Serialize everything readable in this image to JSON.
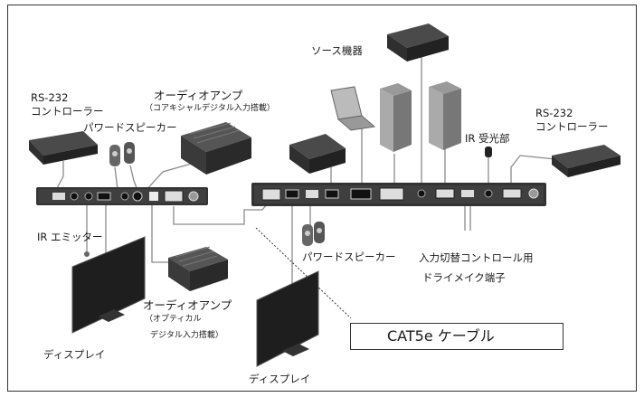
{
  "labels": {
    "rs232_left": [
      "RS-232",
      "コントローラー"
    ],
    "audio_amp_coax": "オーディオアンプ",
    "audio_amp_coax_note": "（コアキシャルデジタル入力搭載）",
    "powered_speaker_left": "パワードスピーカー",
    "source_devices": "ソース機器",
    "ir_receiver": "IR 受光部",
    "rs232_right": [
      "RS-232",
      "コントローラー"
    ],
    "ir_emitter": "IR エミッター",
    "input_switch_control": "入力切替コントロール用",
    "dry_make_terminal": "ドライメイク端子",
    "powered_speaker_center": "パワードスピーカー",
    "audio_amp_optical": "オーディオアンプ",
    "audio_amp_optical_note_1": "（オプティカル",
    "audio_amp_optical_note_2": "デジタル入力搭載）",
    "display_left": "ディスプレイ",
    "display_center": "ディスプレイ",
    "cable": "CAT5e ケーブル"
  },
  "colors": {
    "device_dark": "#2c2c2c",
    "device_mid": "#4a4a4a",
    "panel": "#3a3a3a",
    "wire": "#8a8a8a",
    "line": "#333333"
  }
}
